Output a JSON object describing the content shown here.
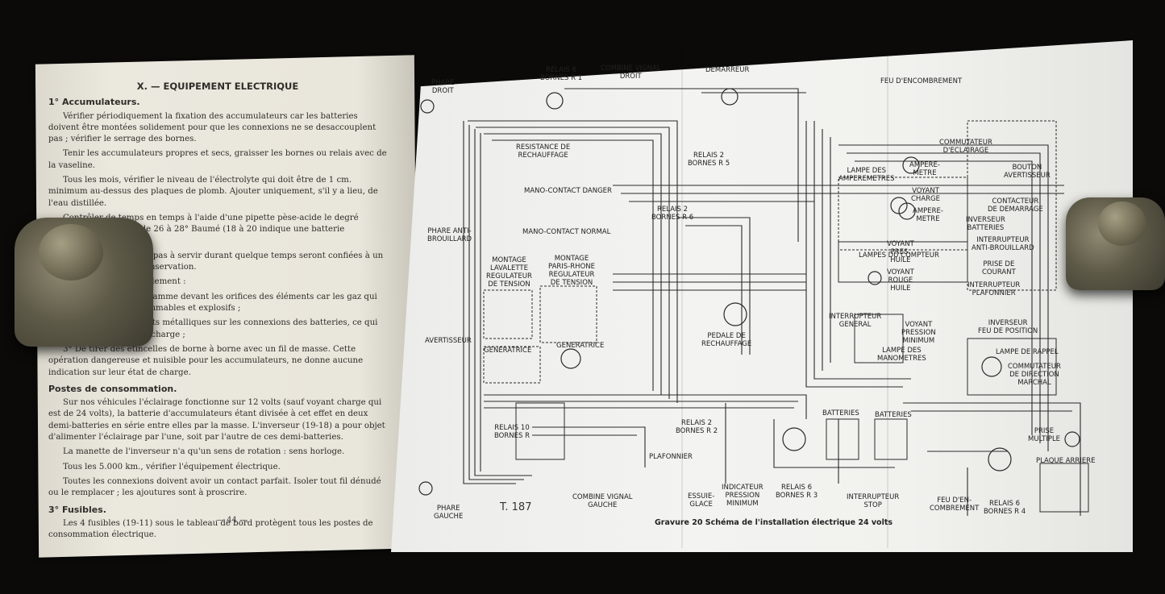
{
  "left_page": {
    "title": "X. — EQUIPEMENT ELECTRIQUE",
    "section1_heading": "1° Accumulateurs.",
    "section1_paragraphs": [
      "Vérifier périodiquement la fixation des accumulateurs car les batteries doivent être montées solidement pour que les connexions ne se desaccouplent pas ; vérifier le serrage des bornes.",
      "Tenir les accumulateurs propres et secs, graisser les bornes ou relais avec de la vaseline.",
      "Tous les mois, vérifier le niveau de l'électrolyte qui doit être de 1 cm. minimum au-dessus des plaques de plomb. Ajouter uniquement, s'il y a lieu, de l'eau distillée.",
      "Contrôler de temps en temps à l'aide d'une pipette pèse-acide le degré d'acidité qui doit être de 26 à 28° Baumé (18 à 20 indique une batterie déchargée).",
      "Les batteries n'ayant pas à servir durant quelque temps seront confiées à un atelier en vue de leur conservation.",
      "Il faut éviter principalement :",
      "1° D'approcher une flamme devant les orifices des éléments car les gaz qui s'en dégagent sont inflammables et explosifs ;",
      "2° De placer des objets métalliques sur les connexions des batteries, ce qui pourrait provoquer la décharge ;",
      "3° De tirer des étincelles de borne à borne avec un fil de masse. Cette opération dangereuse et nuisible pour les accumulateurs, ne donne aucune indication sur leur état de charge."
    ],
    "section2_heading": "Postes de consommation.",
    "section2_paragraphs": [
      "Sur nos véhicules l'éclairage fonctionne sur 12 volts (sauf voyant charge qui est de 24 volts), la batterie d'accumulateurs étant divisée à cet effet en deux demi-batteries en série entre elles par la masse. L'inverseur (19-18) a pour objet d'alimenter l'éclairage par l'une, soit par l'autre de ces demi-batteries.",
      "La manette de l'inverseur n'a qu'un sens de rotation : sens horloge.",
      "Tous les 5.000 km., vérifier l'équipement électrique.",
      "Toutes les connexions doivent avoir un contact parfait. Isoler tout fil dénudé ou le remplacer ; les ajoutures sont à proscrire."
    ],
    "section3_heading": "3° Fusibles.",
    "section3_paragraphs": [
      "Les 4 fusibles (19-11) sous le tableau de bord protègent tous les postes de consommation électrique."
    ],
    "page_number": "— 44 —"
  },
  "diagram": {
    "code": "T. 187",
    "caption": "Gravure 20   Schéma de l'installation électrique 24 volts",
    "labels": [
      {
        "id": "phare-droit",
        "text": "PHARE\nDROIT"
      },
      {
        "id": "relais-6-r1",
        "text": "RELAIS 6\nBORNES R 1"
      },
      {
        "id": "combine-droit",
        "text": "COMBINE VIGNAL\nDROIT"
      },
      {
        "id": "demarreur",
        "text": "DEMARREUR"
      },
      {
        "id": "feu-encombrement-top",
        "text": "FEU D'ENCOMBREMENT"
      },
      {
        "id": "resistance",
        "text": "RESISTANCE DE\nRECHAUFFAGE"
      },
      {
        "id": "commutateur-eclairage",
        "text": "COMMUTATEUR\nD'ECLAIRAGE"
      },
      {
        "id": "bouton-avertisseur",
        "text": "BOUTON\nAVERTISSEUR"
      },
      {
        "id": "relais-2-r5",
        "text": "RELAIS 2\nBORNES R 5"
      },
      {
        "id": "mano-danger",
        "text": "MANO-CONTACT DANGER"
      },
      {
        "id": "lampe-amperemetres",
        "text": "LAMPE DES\nAMPEREMETRES"
      },
      {
        "id": "amperemetre-1",
        "text": "AMPERE-\nMETRE"
      },
      {
        "id": "voyant-charge",
        "text": "VOYANT\nCHARGE"
      },
      {
        "id": "amperemetre-2",
        "text": "AMPERE-\nMETRE"
      },
      {
        "id": "contacteur-demarrage",
        "text": "CONTACTEUR\nDE DEMARRAGE"
      },
      {
        "id": "relais-2-r6",
        "text": "RELAIS 2\nBORNES R 6"
      },
      {
        "id": "inverseur-batteries",
        "text": "INVERSEUR\nBATTERIES"
      },
      {
        "id": "phare-anti",
        "text": "PHARE ANTI-\nBROUILLARD"
      },
      {
        "id": "mano-normal",
        "text": "MANO-CONTACT NORMAL"
      },
      {
        "id": "voyant-huile-1",
        "text": "VOYANT\nPRES.\nHUILE"
      },
      {
        "id": "interrupteur-anti",
        "text": "INTERRUPTEUR\nANTI-BROUILLARD"
      },
      {
        "id": "lampes-compteur",
        "text": "LAMPES DU COMPTEUR"
      },
      {
        "id": "prise-courant",
        "text": "PRISE DE\nCOURANT"
      },
      {
        "id": "montage-lavalette",
        "text": "MONTAGE\nLAVALETTE\nREGULATEUR\nDE TENSION"
      },
      {
        "id": "montage-paris-rhone",
        "text": "MONTAGE\nPARIS-RHONE\nREGULATEUR\nDE TENSION"
      },
      {
        "id": "voyant-huile-2",
        "text": "VOYANT\nROUGE\nHUILE"
      },
      {
        "id": "interrupteur-plafonnier",
        "text": "INTERRUPTEUR\nPLAFONNIER"
      },
      {
        "id": "interrupteur-general",
        "text": "INTERRUPTEUR\nGENERAL"
      },
      {
        "id": "inverseur-feu",
        "text": "INVERSEUR\nFEU DE POSITION"
      },
      {
        "id": "voyant-pression",
        "text": "VOYANT\nPRESSION\nMINIMUM"
      },
      {
        "id": "pedale",
        "text": "PEDALE DE\nRECHAUFFAGE"
      },
      {
        "id": "avertisseur",
        "text": "AVERTISSEUR"
      },
      {
        "id": "generatrice-1",
        "text": "GENERATRICE"
      },
      {
        "id": "generatrice-2",
        "text": "GENERATRICE"
      },
      {
        "id": "lampe-manometres",
        "text": "LAMPE DES\nMANOMETRES"
      },
      {
        "id": "lampe-rappel",
        "text": "LAMPE DE RAPPEL"
      },
      {
        "id": "commutateur-direction",
        "text": "COMMUTATEUR\nDE DIRECTION\nMARCHAL"
      },
      {
        "id": "batteries-1",
        "text": "BATTERIES"
      },
      {
        "id": "batteries-2",
        "text": "BATTERIES"
      },
      {
        "id": "relais-10",
        "text": "RELAIS 10\nBORNES R"
      },
      {
        "id": "relais-2-r2",
        "text": "RELAIS 2\nBORNES R 2"
      },
      {
        "id": "prise-multiple",
        "text": "PRISE\nMULTIPLE"
      },
      {
        "id": "plafonnier",
        "text": "PLAFONNIER"
      },
      {
        "id": "plaque-arriere",
        "text": "PLAQUE ARRIERE"
      },
      {
        "id": "phare-gauche",
        "text": "PHARE\nGAUCHE"
      },
      {
        "id": "combine-gauche",
        "text": "COMBINE VIGNAL\nGAUCHE"
      },
      {
        "id": "essuie-glace",
        "text": "ESSUIE-\nGLACE"
      },
      {
        "id": "indicateur-pression",
        "text": "INDICATEUR\nPRESSION\nMINIMUM"
      },
      {
        "id": "relais-6-r3",
        "text": "RELAIS 6\nBORNES R 3"
      },
      {
        "id": "interrupteur-stop",
        "text": "INTERRUPTEUR\nSTOP"
      },
      {
        "id": "feu-encombrement-bottom",
        "text": "FEU D'EN-\nCOMBREMENT"
      },
      {
        "id": "relais-6-r4",
        "text": "RELAIS 6\nBORNES R 4"
      }
    ]
  },
  "colors": {
    "background": "#0b0a09",
    "paper_left": "#e9e6dc",
    "paper_right": "#f2f2ef",
    "ink": "#222222",
    "brass": "#6a654f"
  }
}
